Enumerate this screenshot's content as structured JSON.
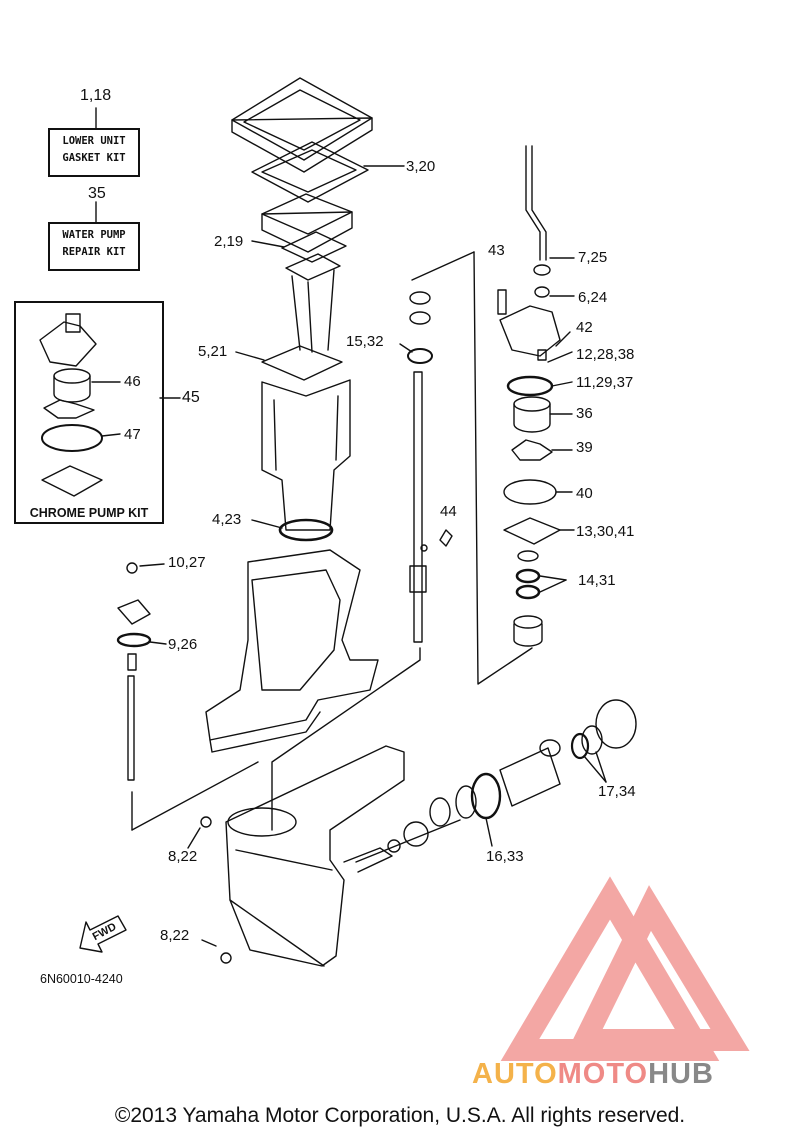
{
  "kits": {
    "gasket": {
      "ref": "1,18",
      "line1": "LOWER UNIT",
      "line2": "GASKET KIT"
    },
    "water_pump": {
      "ref": "35",
      "line1": "WATER PUMP",
      "line2": "REPAIR KIT"
    },
    "chrome": {
      "ref": "45",
      "caption": "CHROME PUMP KIT"
    }
  },
  "callouts": {
    "c3_20": "3,20",
    "c2_19": "2,19",
    "c5_21": "5,21",
    "c15_32": "15,32",
    "c43": "43",
    "c7_25": "7,25",
    "c6_24": "6,24",
    "c42": "42",
    "c12_28_38": "12,28,38",
    "c11_29_37": "11,29,37",
    "c36": "36",
    "c39": "39",
    "c40": "40",
    "c13_30_41": "13,30,41",
    "c14_31": "14,31",
    "c44": "44",
    "c4_23": "4,23",
    "c46": "46",
    "c47": "47",
    "c10_27": "10,27",
    "c9_26": "9,26",
    "c17_34": "17,34",
    "c16_33": "16,33",
    "c8_22a": "8,22",
    "c8_22b": "8,22"
  },
  "fwd": "FWD",
  "diagram_code": "6N60010-4240",
  "copyright": "©2013 Yamaha Motor Corporation, U.S.A. All rights reserved.",
  "watermark": {
    "part1": "AUTO",
    "part2": "MOTO",
    "part3": "HUB",
    "colors": {
      "auto": "#f4b24a",
      "moto": "#ef8a86",
      "hub": "#888888",
      "logo": "#ef8a86"
    }
  }
}
